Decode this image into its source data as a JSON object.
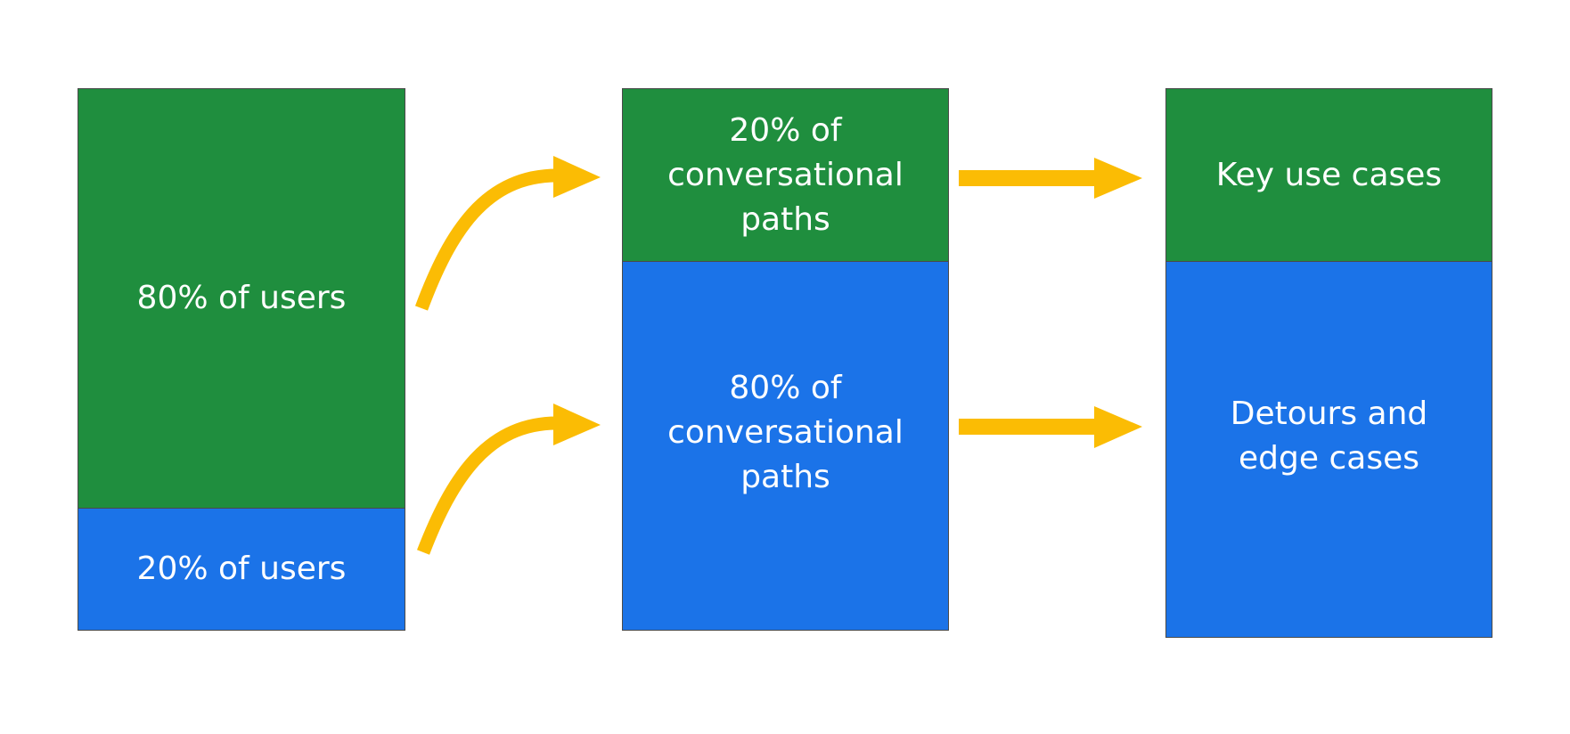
{
  "colors": {
    "green": "#1f8e3e",
    "blue": "#1b73e8",
    "arrow": "#fbbc04"
  },
  "columns": [
    {
      "top_label": "80% of users",
      "bottom_label": "20% of users"
    },
    {
      "top_label": "20% of\nconversational\npaths",
      "bottom_label": "80% of\nconversational\npaths"
    },
    {
      "top_label": "Key use cases",
      "bottom_label": "Detours and\nedge cases"
    }
  ]
}
